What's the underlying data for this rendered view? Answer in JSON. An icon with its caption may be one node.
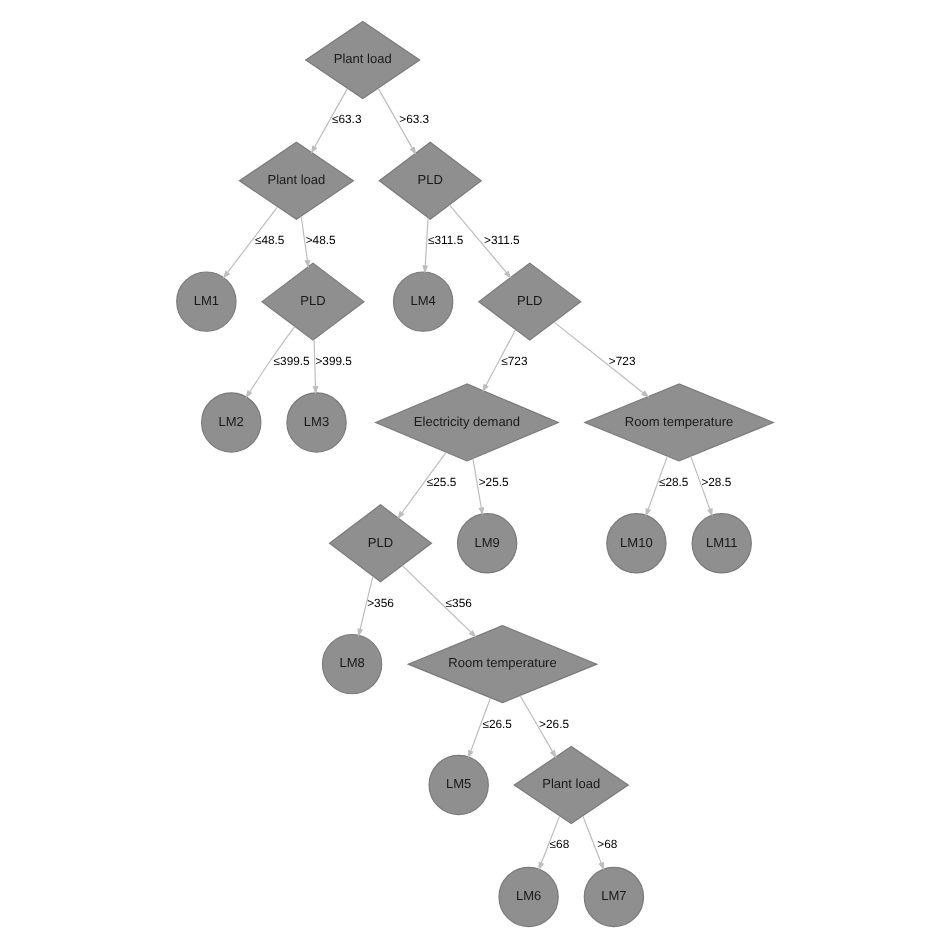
{
  "diagram": {
    "nodes": [
      {
        "text": [
          "Plant load"
        ]
      },
      {
        "text": [
          "Plant load"
        ]
      },
      {
        "text": [
          "PLD"
        ]
      },
      {
        "text": [
          "LM1"
        ]
      },
      {
        "text": [
          "PLD"
        ]
      },
      {
        "text": [
          "LM4"
        ]
      },
      {
        "text": [
          "PLD"
        ]
      },
      {
        "text": [
          "LM2"
        ]
      },
      {
        "text": [
          "LM3"
        ]
      },
      {
        "text": [
          "Electricity demand"
        ]
      },
      {
        "text": [
          "PLD"
        ]
      },
      {
        "text": [
          "LM9"
        ]
      },
      {
        "text": [
          "Room temperature"
        ]
      },
      {
        "text": [
          "LM8"
        ]
      },
      {
        "text": [
          "LM10"
        ]
      },
      {
        "text": [
          "LM11"
        ]
      },
      {
        "text": [
          "Room temperature"
        ]
      },
      {
        "text": [
          "LM5"
        ]
      },
      {
        "text": [
          "Plant load"
        ]
      },
      {
        "text": [
          "LM6"
        ]
      },
      {
        "text": [
          "LM7"
        ]
      }
    ],
    "edges": [
      {
        "from": 0,
        "to": 1,
        "arrow": "to",
        "label": "≤63.3"
      },
      {
        "from": 0,
        "to": 2,
        "arrow": "to",
        "label": ">63.3"
      },
      {
        "from": 1,
        "to": 3,
        "arrow": "to",
        "label": "≤48.5"
      },
      {
        "from": 1,
        "to": 4,
        "arrow": "to",
        "label": ">48.5"
      },
      {
        "from": 2,
        "to": 5,
        "arrow": "to",
        "label": "≤311.5"
      },
      {
        "from": 2,
        "to": 6,
        "arrow": "to",
        "label": ">311.5"
      },
      {
        "from": 4,
        "to": 7,
        "arrow": "to",
        "label": "≤399.5"
      },
      {
        "from": 4,
        "to": 8,
        "arrow": "to",
        "label": ">399.5"
      },
      {
        "from": 6,
        "to": 9,
        "arrow": "to",
        "label": "≤723"
      },
      {
        "from": 6,
        "to": 12,
        "arrow": "to",
        "label": ">723"
      },
      {
        "from": 9,
        "to": 10,
        "arrow": "to",
        "label": "≤25.5"
      },
      {
        "from": 9,
        "to": 11,
        "arrow": "to",
        "label": ">25.5"
      },
      {
        "from": 10,
        "to": 16,
        "arrow": "to",
        "label": "≤356"
      },
      {
        "from": 10,
        "to": 13,
        "arrow": "to",
        "label": ">356"
      },
      {
        "from": 12,
        "to": 14,
        "arrow": "to",
        "label": "≤28.5"
      },
      {
        "from": 12,
        "to": 15,
        "arrow": "to",
        "label": ">28.5"
      },
      {
        "from": 16,
        "to": 17,
        "arrow": "to",
        "label": "≤26.5"
      },
      {
        "from": 16,
        "to": 18,
        "arrow": "to",
        "label": ">26.5"
      },
      {
        "from": 18,
        "to": 19,
        "arrow": "to",
        "label": "≤68"
      },
      {
        "from": 18,
        "to": 20,
        "arrow": "to",
        "label": ">68"
      }
    ]
  }
}
